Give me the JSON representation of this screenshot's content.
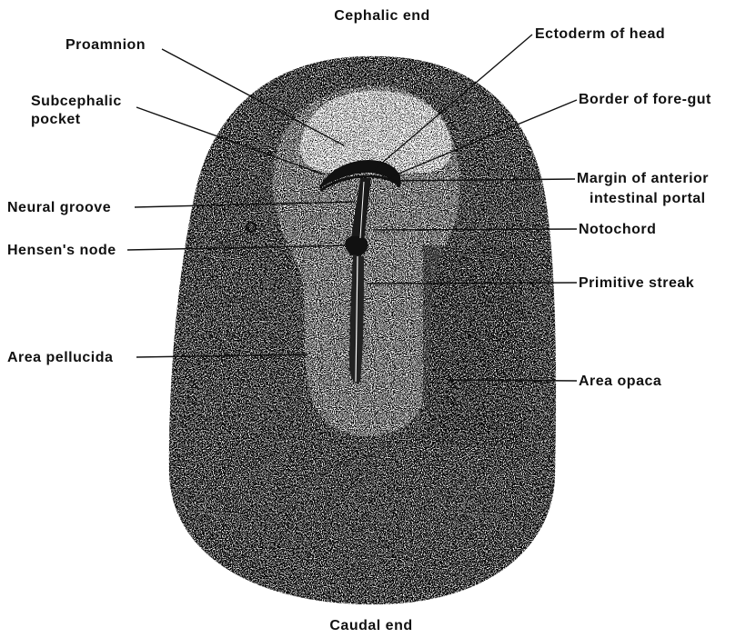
{
  "figure": {
    "orientation": {
      "top": "Cephalic end",
      "bottom": "Caudal end"
    },
    "labels": {
      "proamnion": "Proamnion",
      "subcephalic_pocket_line1": "Subcephalic",
      "subcephalic_pocket_line2": "pocket",
      "neural_groove": "Neural groove",
      "hensens_node": "Hensen's node",
      "area_pellucida": "Area pellucida",
      "ectoderm_of_head": "Ectoderm of head",
      "border_of_fore_gut": "Border of fore-gut",
      "anterior_intestinal_portal_line1": "Margin of anterior",
      "anterior_intestinal_portal_line2": "intestinal portal",
      "notochord": "Notochord",
      "primitive_streak": "Primitive streak",
      "area_opaca": "Area opaca"
    },
    "colors": {
      "ink": "#111111",
      "background": "#ffffff"
    }
  }
}
